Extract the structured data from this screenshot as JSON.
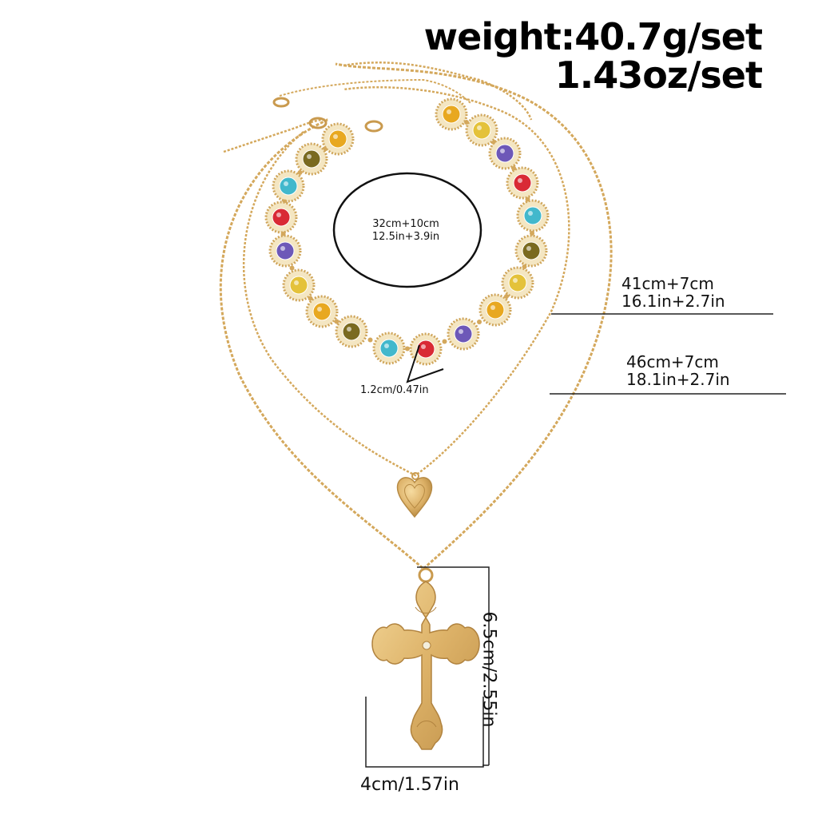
{
  "weight": {
    "line1": "weight:40.7g/set",
    "line2": "1.43oz/set"
  },
  "measurements": {
    "choker_length_cm": "32cm+10cm",
    "choker_length_in": "12.5in+3.9in",
    "stone_size": "1.2cm/0.47in",
    "necklace2_cm": "41cm+7cm",
    "necklace2_in": "16.1in+2.7in",
    "necklace3_cm": "46cm+7cm",
    "necklace3_in": "18.1in+2.7in",
    "cross_height": "6.5cm/2.55in",
    "cross_width": "4cm/1.57in"
  },
  "colors": {
    "gold": "#d9ad5e",
    "gold_dark": "#b98a3e",
    "stone_colors": [
      "#e8a820",
      "#e4c23a",
      "#6d58b8",
      "#d92a35",
      "#42b8cc",
      "#7a6a20"
    ]
  },
  "icons": [
    "heart-pendant-icon",
    "cross-pendant-icon"
  ]
}
